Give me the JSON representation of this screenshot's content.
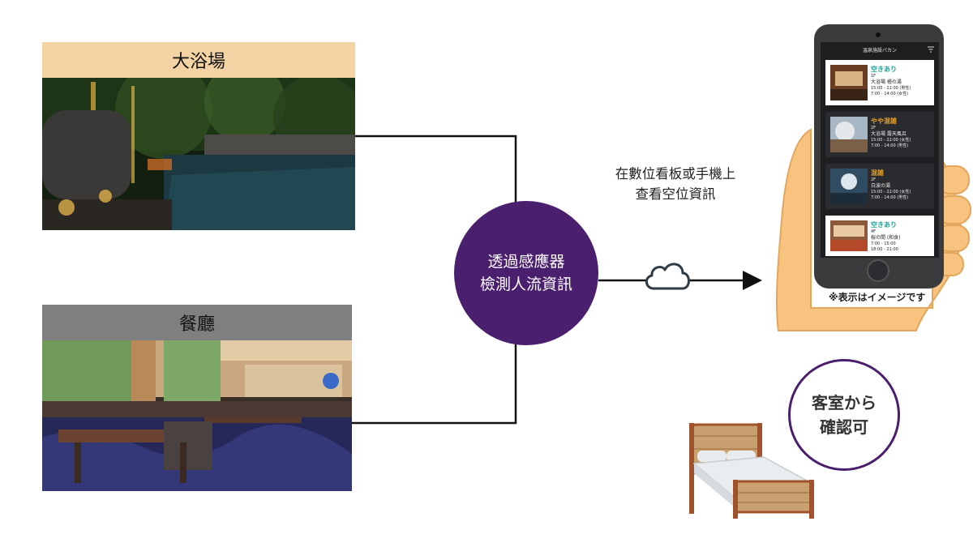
{
  "locations": {
    "bath": {
      "title": "大浴場"
    },
    "restaurant": {
      "title": "餐廳"
    }
  },
  "hub": {
    "line1": "透過感應器",
    "line2": "檢測人流資訊"
  },
  "view_caption": {
    "line1": "在數位看板或手機上",
    "line2": "查看空位資訊"
  },
  "phone": {
    "app_title": "温泉施設バカン",
    "slots": [
      {
        "status": "空きあり",
        "status_color": "#1aa69a",
        "floor": "1F",
        "name": "大浴場 檜の湯",
        "hours1": "15:00 - 22:00 (男性)",
        "hours2": "7:00 - 14:00 (女性)",
        "theme": "light"
      },
      {
        "status": "やや混雑",
        "status_color": "#e3a224",
        "floor": "2F",
        "name": "大浴場 露天風呂",
        "hours1": "15:00 - 22:00 (女性)",
        "hours2": "7:00 - 14:00 (男性)",
        "theme": "dark"
      },
      {
        "status": "混雑",
        "status_color": "#e3a224",
        "floor": "2F",
        "name": "白波の湯",
        "hours1": "15:00 - 22:00 (女性)",
        "hours2": "7:00 - 14:00 (男性)",
        "theme": "dark"
      },
      {
        "status": "空きあり",
        "status_color": "#1aa69a",
        "floor": "4F",
        "name": "桜の間 (和食)",
        "hours1": "7:00 - 15:00",
        "hours2": "18:00 - 21:00",
        "theme": "light"
      }
    ],
    "note": "※表示はイメージです"
  },
  "room": {
    "line1": "客室から",
    "line2": "確認可"
  },
  "colors": {
    "purple": "#4a1f6e",
    "bath_header": "#f3d2a4",
    "restaurant_header": "#7f7f82",
    "hand": "#f7c37f"
  }
}
